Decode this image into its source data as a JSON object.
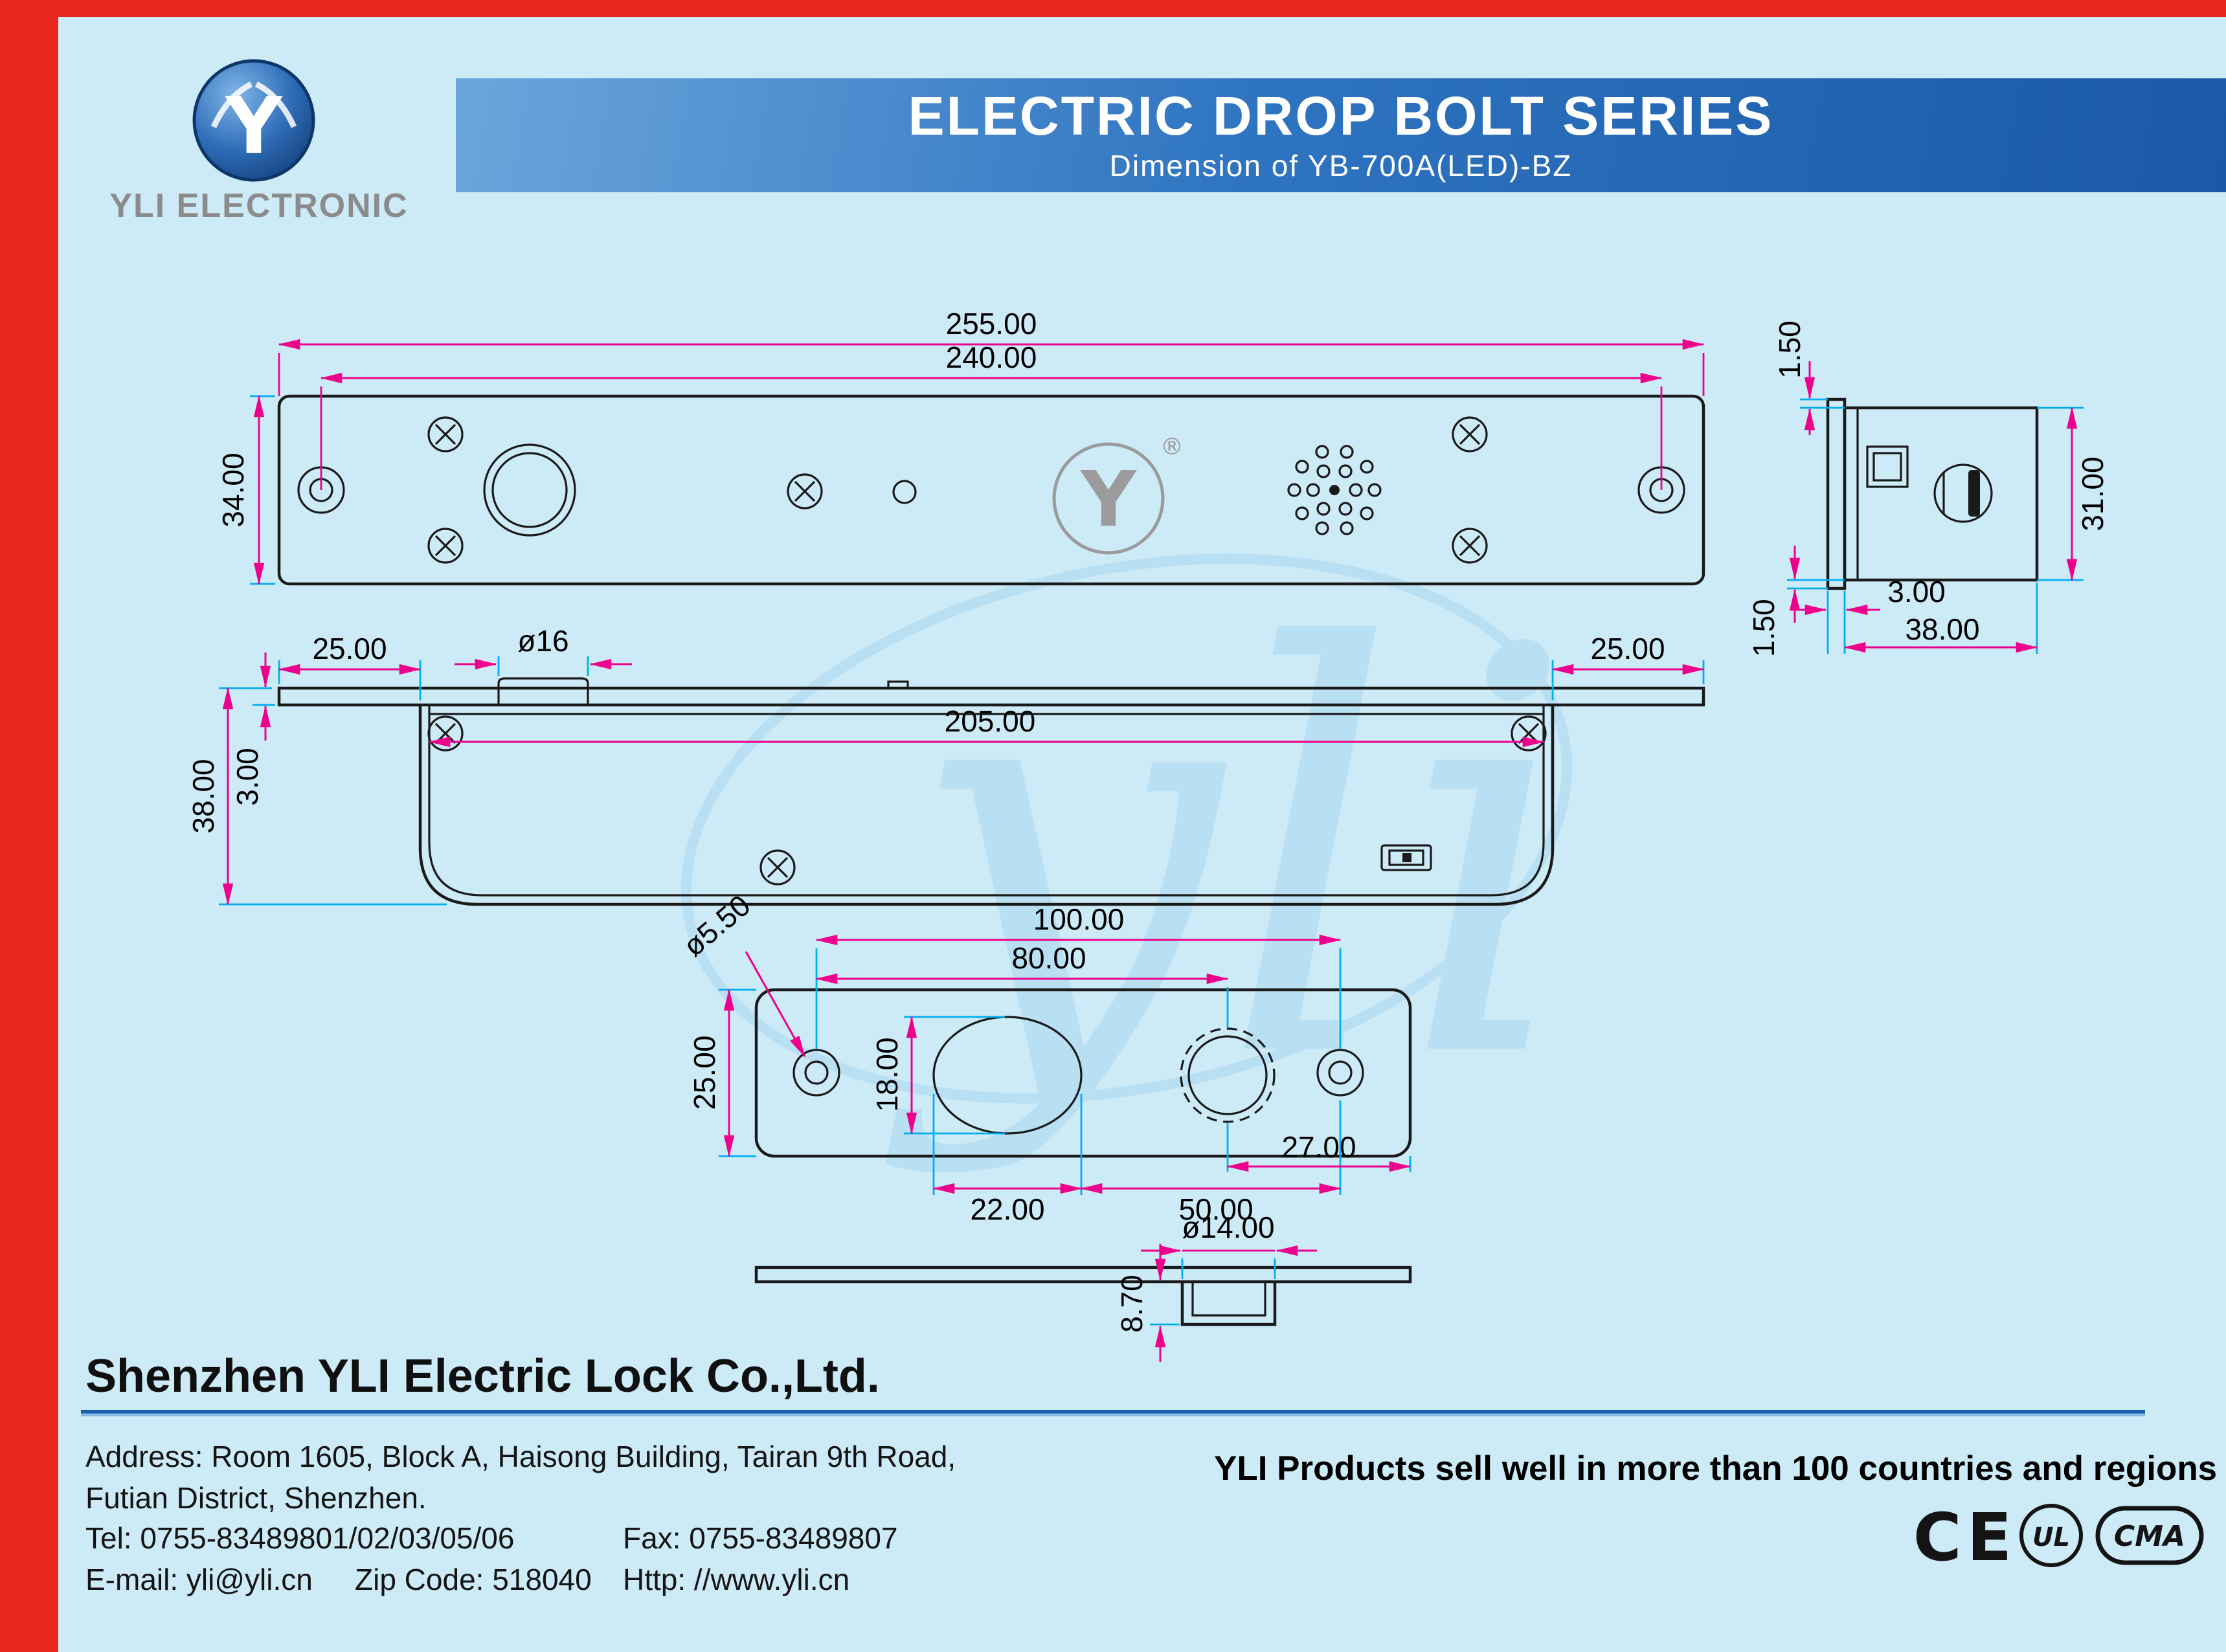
{
  "colors": {
    "background": "#cdeaf7",
    "border_red": "#e8281e",
    "dimension_magenta": "#ec008c",
    "extension_cyan": "#00aeef",
    "watermark_blue": "#b6def2"
  },
  "header": {
    "logo": {
      "letter": "Y",
      "company": "YLI ELECTRONIC"
    },
    "banner": {
      "title": "ELECTRIC DROP BOLT SERIES",
      "subtitle": "Dimension of YB-700A(LED)-BZ"
    }
  },
  "drawing": {
    "watermark": "yli",
    "front_view": {
      "logo_letter": "Y",
      "reg_mark": "®",
      "dim_overall_length": "255.00",
      "dim_hole_spacing": "240.00",
      "dim_height": "34.00"
    },
    "side_view": {
      "dim_top_lip": "1.50",
      "dim_body_height": "31.00",
      "dim_bottom_lip": "1.50",
      "dim_plate_thickness": "3.00",
      "dim_body_width": "38.00"
    },
    "profile_view": {
      "dim_left_offset": "25.00",
      "dim_bolt_diameter": "ø16",
      "dim_right_offset": "25.00",
      "dim_body_length": "205.00",
      "dim_total_height": "38.00",
      "dim_plate_thickness": "3.00"
    },
    "strike_plate": {
      "dim_screw_spacing": "100.00",
      "dim_center_spacing": "80.00",
      "dim_screw_hole": "ø5.50",
      "dim_plate_height": "25.00",
      "dim_slot_height": "18.00",
      "dim_slot_width": "22.00",
      "dim_bolt_spacing": "50.00",
      "dim_edge_offset": "27.00"
    },
    "strike_side_view": {
      "dim_hole_diameter": "ø14.00",
      "dim_depth": "8.70"
    }
  },
  "footer": {
    "company_name": "Shenzhen YLI Electric Lock Co.,Ltd.",
    "address_line1": "Address: Room 1605, Block A, Haisong Building, Tairan 9th Road,",
    "address_line2": "Futian District, Shenzhen.",
    "tel": "Tel: 0755-83489801/02/03/05/06",
    "fax": "Fax: 0755-83489807",
    "email": "E-mail: yli@yli.cn",
    "zip_code": "Zip Code: 518040",
    "website": "Http: //www.yli.cn",
    "tagline": "YLI Products sell well in more than 100 countries and regions",
    "certifications": {
      "ce": "CE",
      "ul": "UL",
      "cma": "CMA"
    }
  }
}
